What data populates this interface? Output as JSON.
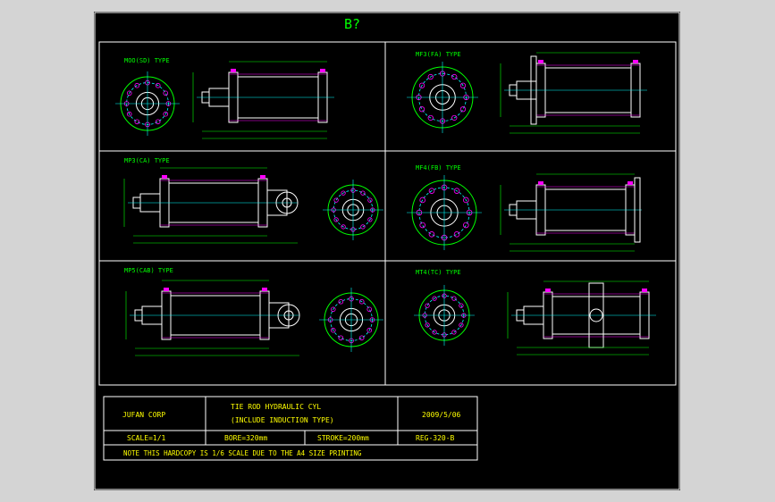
{
  "sheet": {
    "title": "B?",
    "colors": {
      "background": "#000000",
      "frame": "#ffffff",
      "outline": "#00ff00",
      "cylinder": "#ffffff",
      "center": "#00ffff",
      "accent": "#ff00ff",
      "label": "#ffff00"
    }
  },
  "views": [
    {
      "label": "MOO(SD) TYPE"
    },
    {
      "label": "MF3(FA) TYPE"
    },
    {
      "label": "MP3(CA) TYPE"
    },
    {
      "label": "MF4(FB) TYPE"
    },
    {
      "label": "MP5(CAB) TYPE"
    },
    {
      "label": "MT4(TC) TYPE"
    }
  ],
  "title_block": {
    "company": "JUFAN CORP",
    "description_line1": "TIE ROD HYDRAULIC CYL",
    "description_line2": "(INCLUDE INDUCTION TYPE)",
    "date": "2009/5/06",
    "scale": "SCALE=1/1",
    "bore": "BORE=320mm",
    "stroke": "STROKE=200mm",
    "drawing_no": "REG-320-B",
    "note": "NOTE THIS HARDCOPY IS 1/6 SCALE DUE TO THE A4 SIZE PRINTING"
  }
}
